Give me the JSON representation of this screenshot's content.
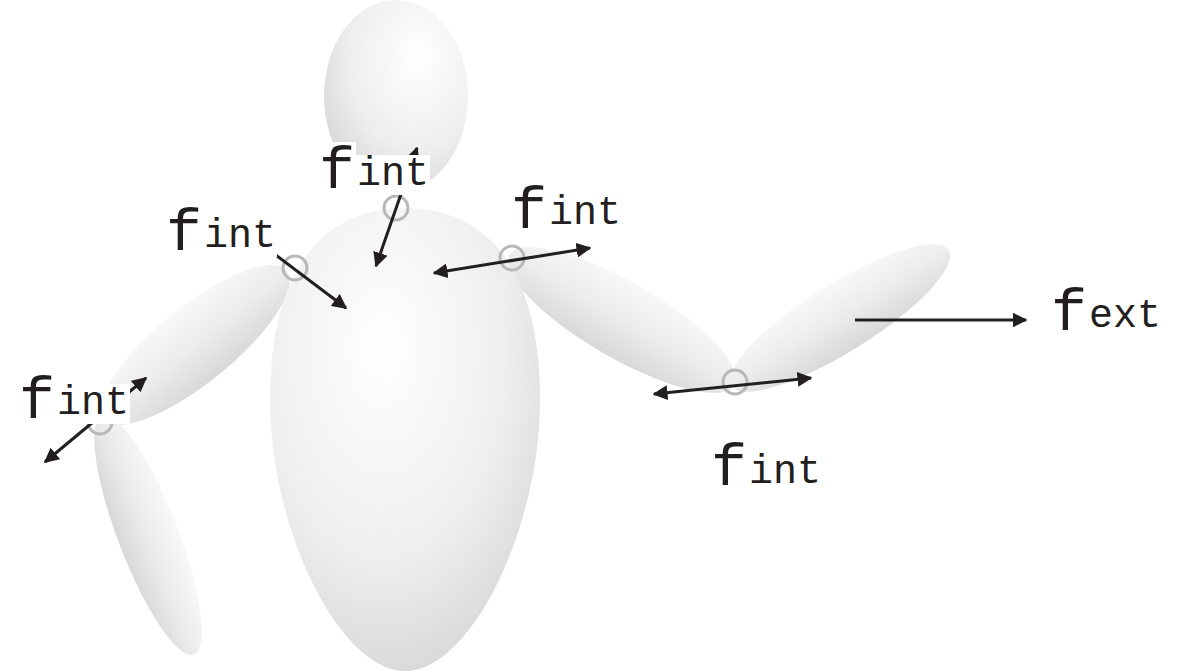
{
  "diagram": {
    "labels": [
      "f",
      "int",
      "f",
      "int",
      "f",
      "int",
      "f",
      "ext",
      "f",
      "int",
      "f",
      "int"
    ]
  }
}
